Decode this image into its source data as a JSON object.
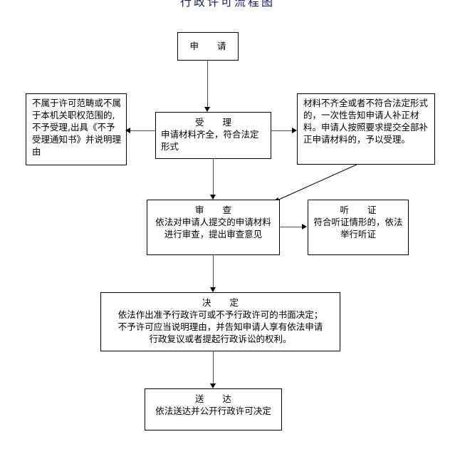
{
  "page": {
    "top_title_partial": "行政许可流程图",
    "line_color": "#4d4d4d",
    "arrow_color": "#000000",
    "box_border_color": "#000000",
    "background": "#ffffff"
  },
  "nodes": {
    "apply": {
      "title": "申  请",
      "body": ""
    },
    "reject": {
      "title": "",
      "body": "不属于许可范畴或不属于本机关职权范围的,不予受理,出具《不予受理通知书》并说明理由"
    },
    "accept": {
      "title": "受  理",
      "body": "申请材料齐全，符合法定形式"
    },
    "supplement": {
      "title": "",
      "body": "材料不齐全或者不符合法定形式的，一次性告知申请人补正材料。申请人按照要求提交全部补正申请材料的，予以受理。"
    },
    "review": {
      "title": "审  查",
      "body": "依法对申请人提交的申请材料\n进行审查，提出审查意见"
    },
    "hearing": {
      "title": "听  证",
      "body": "符合听证情形的，依法\n举行听证"
    },
    "decision": {
      "title": "决  定",
      "body": "依法作出准予行政许可或不予行政许可的书面决定；\n不予许可应当说明理由，并告知申请人享有依法申请\n行政复议或者提起行政诉讼的权利。"
    },
    "deliver": {
      "title": "送  达",
      "body": "依法送达并公开行政许可决定"
    }
  },
  "edges": [
    {
      "name": "apply-to-accept",
      "from": "apply",
      "to": "accept",
      "direction": "down"
    },
    {
      "name": "accept-to-reject",
      "from": "accept",
      "to": "reject",
      "direction": "left"
    },
    {
      "name": "accept-to-supplement",
      "from": "accept",
      "to": "supplement",
      "direction": "right"
    },
    {
      "name": "accept-to-review",
      "from": "accept",
      "to": "review",
      "direction": "down"
    },
    {
      "name": "supplement-to-review",
      "from": "supplement",
      "to": "review",
      "direction": "diagonal"
    },
    {
      "name": "review-to-hearing",
      "from": "review",
      "to": "hearing",
      "direction": "right"
    },
    {
      "name": "review-to-decision",
      "from": "review",
      "to": "decision",
      "direction": "down"
    },
    {
      "name": "decision-to-deliver",
      "from": "decision",
      "to": "deliver",
      "direction": "down"
    }
  ]
}
